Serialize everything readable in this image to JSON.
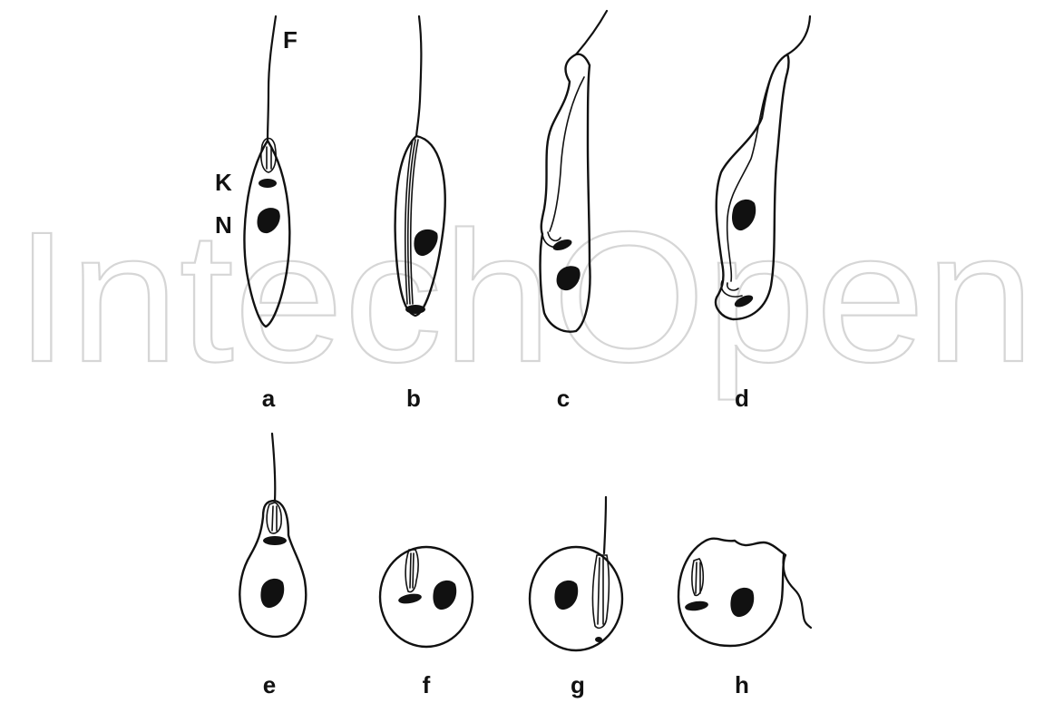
{
  "watermark": "IntechOpen",
  "structure_labels": {
    "flagellum": "F",
    "kinetoplast": "K",
    "nucleus": "N"
  },
  "panels": [
    {
      "id": "a",
      "label": "a"
    },
    {
      "id": "b",
      "label": "b"
    },
    {
      "id": "c",
      "label": "c"
    },
    {
      "id": "d",
      "label": "d"
    },
    {
      "id": "e",
      "label": "e"
    },
    {
      "id": "f",
      "label": "f"
    },
    {
      "id": "g",
      "label": "g"
    },
    {
      "id": "h",
      "label": "h"
    }
  ]
}
